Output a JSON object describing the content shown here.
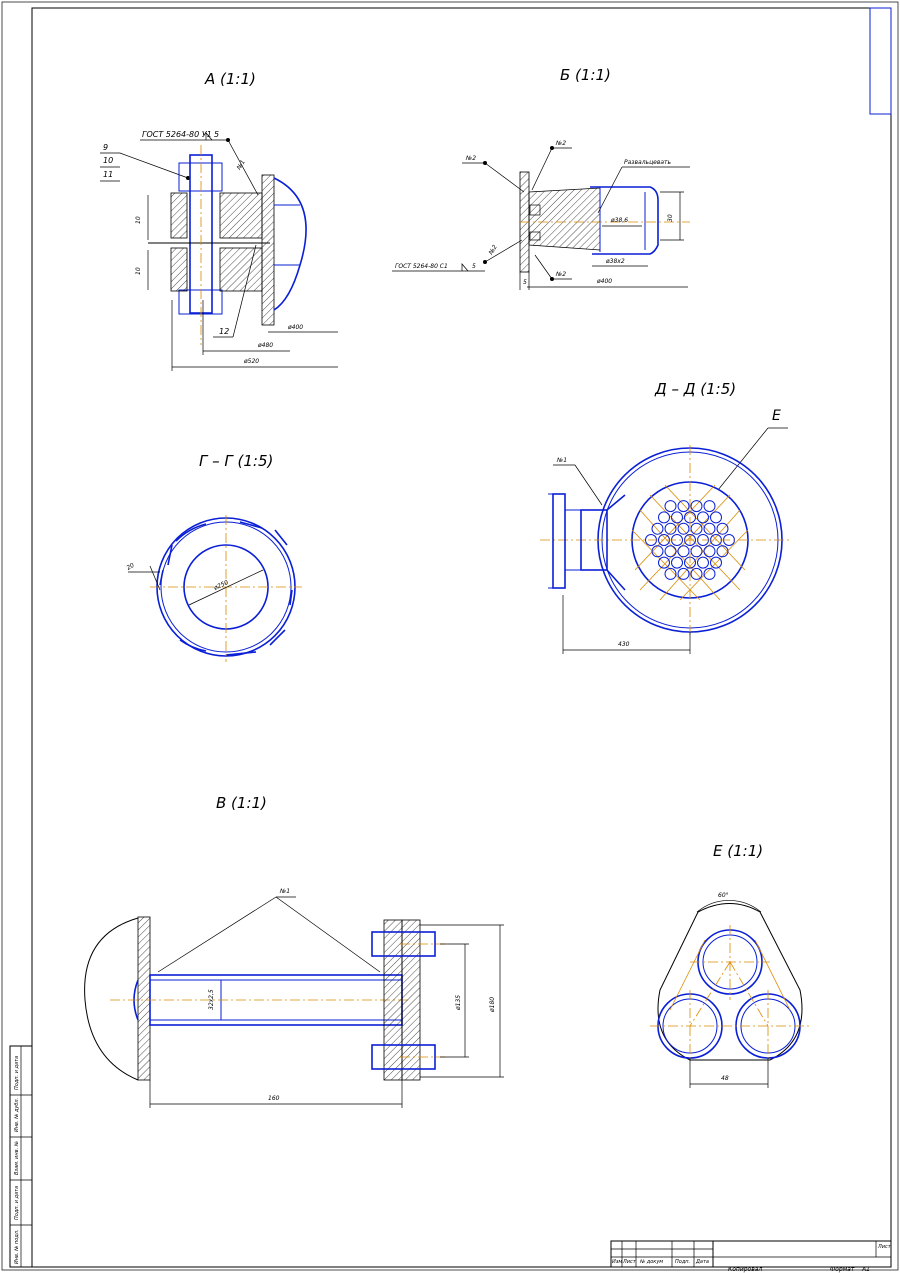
{
  "views": {
    "a": {
      "title": "А (1:1)",
      "gost": "ГОСТ 5264-80 У1",
      "weld": "5",
      "leaders": [
        "9",
        "10",
        "11",
        "12"
      ],
      "nom": "№1",
      "dims": {
        "d400": "ø400",
        "d480": "ø480",
        "d520": "ø520",
        "h1": "10",
        "h2": "10"
      }
    },
    "b": {
      "title": "Б (1:1)",
      "gost": "ГОСТ 5264-80 С1",
      "weld": "5",
      "nom_top": "№2",
      "nom_left": "№2",
      "nom_diag": "№2",
      "nom_bot": "№2",
      "note": "Развальцевать",
      "dims": {
        "d386": "ø38,6",
        "d38x2": "ø38x2",
        "d400": "ø400",
        "w30": "30",
        "w5": "5"
      }
    },
    "g": {
      "title": "Г – Г (1:5)",
      "dims": {
        "d250": "ø250",
        "w20": "20"
      }
    },
    "d": {
      "title": "Д – Д (1:5)",
      "detail": "Е",
      "nom": "№1",
      "dims": {
        "w430": "430"
      }
    },
    "v": {
      "title": "В (1:1)",
      "nom": "№1",
      "dims": {
        "w160": "160",
        "d135": "ø135",
        "d180": "ø180",
        "d32": "32x2,5"
      }
    },
    "e": {
      "title": "Е (1:1)",
      "dims": {
        "angle": "60°",
        "w48": "48"
      }
    }
  },
  "title_block": {
    "cols": [
      "Изм",
      "Лист",
      "№ докум",
      "Подп.",
      "Дата"
    ],
    "copied": "Копировал",
    "format_label": "Формат",
    "format": "A1",
    "sheet": "Лист"
  },
  "side_stamp": [
    "Инв. № подл.",
    "Подп. и дата",
    "Взам. инв. №",
    "Инв. № дубл.",
    "Подп. и дата"
  ]
}
